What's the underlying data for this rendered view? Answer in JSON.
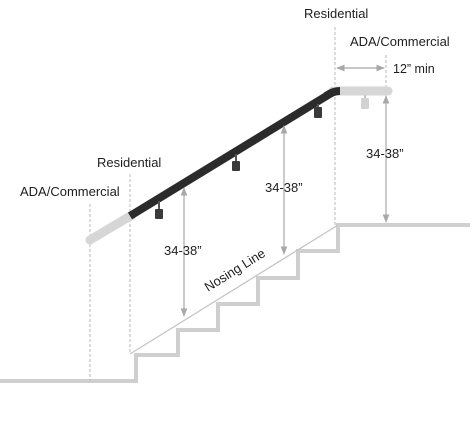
{
  "labels": {
    "residential_top": "Residential",
    "ada_commercial_top": "ADA/Commercial",
    "twelve_min": "12” min",
    "height_right": "34-38”",
    "height_middle": "34-38”",
    "height_left": "34-38”",
    "residential_left": "Residential",
    "ada_commercial_left": "ADA/Commercial",
    "nosing_line": "Nosing Line"
  },
  "colors": {
    "stairs": "#cfcfcf",
    "guide": "#b4b4b4",
    "rail": "#2b2b2b",
    "rail_extension": "#d4d4d4",
    "text": "#1e1e1e"
  },
  "icons": {
    "bracket": "rail-bracket-icon",
    "arrow": "arrowhead-icon"
  }
}
